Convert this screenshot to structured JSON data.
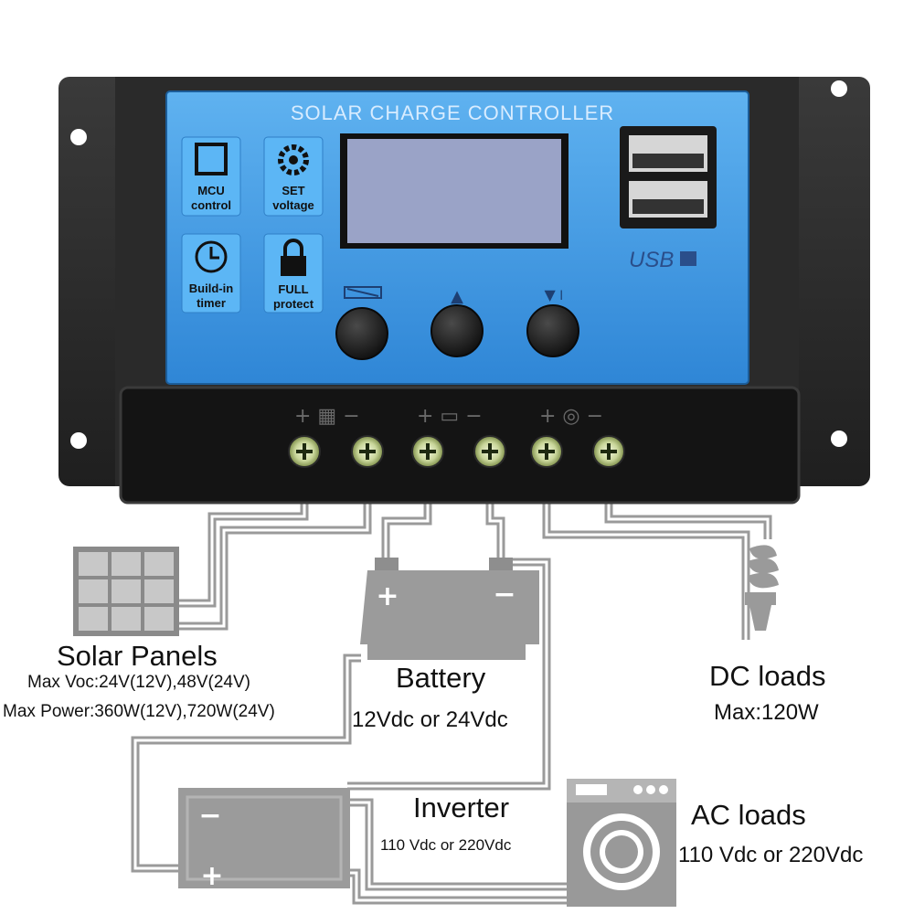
{
  "controller": {
    "title": "SOLAR CHARGE CONTROLLER",
    "usb_label": "USB",
    "features": [
      {
        "line1": "MCU",
        "line2": "control",
        "icon": "chip-icon"
      },
      {
        "line1": "SET",
        "line2": "voltage",
        "icon": "gear-icon"
      },
      {
        "line1": "Build-in",
        "line2": "timer",
        "icon": "clock-icon"
      },
      {
        "line1": "FULL",
        "line2": "protect",
        "icon": "lock-icon"
      }
    ],
    "buttons": [
      "menu-button",
      "up-button",
      "down-button"
    ],
    "colors": {
      "panel": "#3d9ae6",
      "body": "#2b2b2b",
      "lcd": "#9aa3c7"
    }
  },
  "solar": {
    "title": "Solar Panels",
    "line1": "Max Voc:24V(12V),48V(24V)",
    "line2": "Max Power:360W(12V),720W(24V)"
  },
  "battery": {
    "title": "Battery",
    "spec": "12Vdc or 24Vdc"
  },
  "dc_loads": {
    "title": "DC loads",
    "spec": "Max:120W"
  },
  "inverter": {
    "title": "Inverter",
    "spec": "110 Vdc or 220Vdc"
  },
  "ac_loads": {
    "title": "AC loads",
    "spec": "110 Vdc or 220Vdc"
  }
}
